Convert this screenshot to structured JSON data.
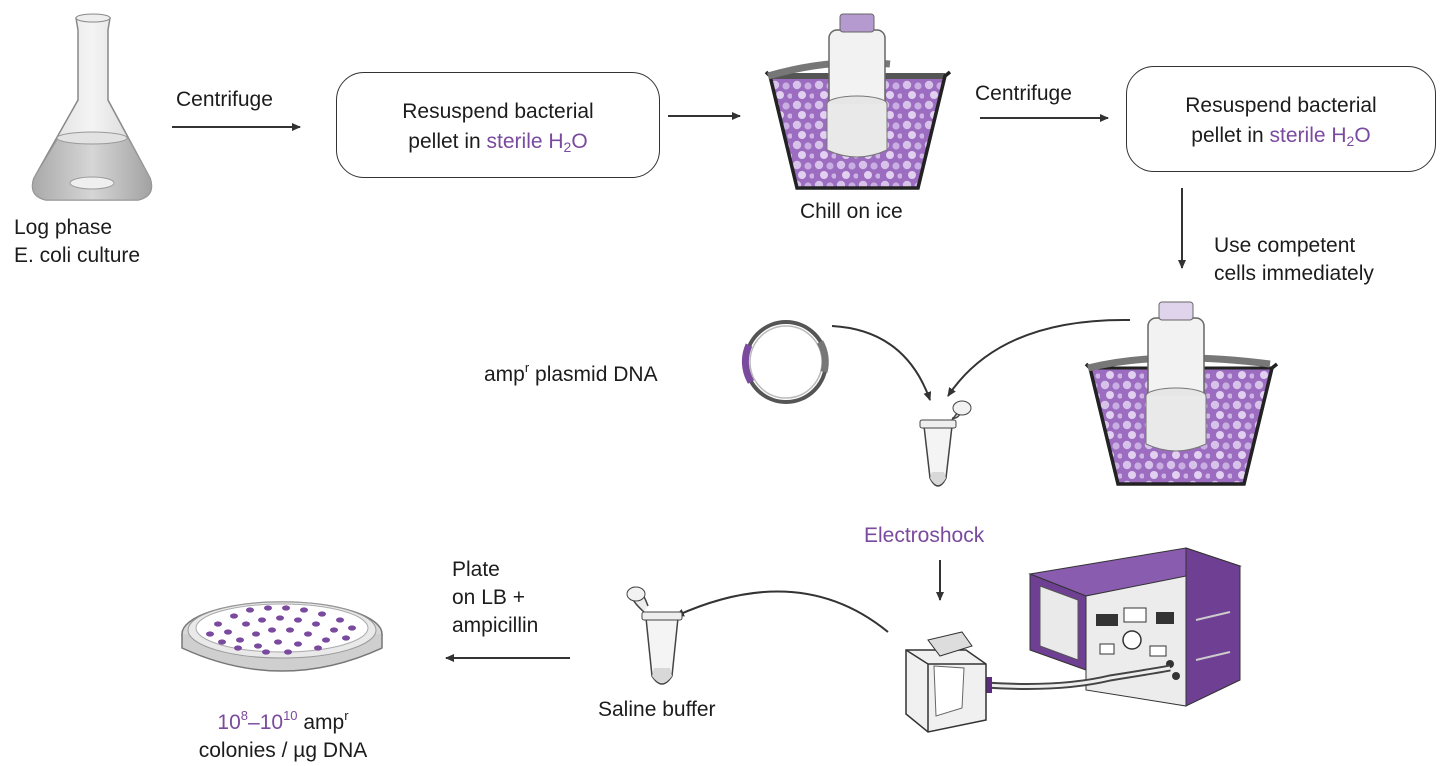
{
  "steps": {
    "culture_label_line1": "Log phase",
    "culture_label_line2": "E. coli culture",
    "centrifuge_1": "Centrifuge",
    "resuspend_1_line1": "Resuspend bacterial",
    "resuspend_1_prefix": "pellet in ",
    "resuspend_1_sterile": "sterile",
    "resuspend_1_h": " H",
    "resuspend_1_sub": "2",
    "resuspend_1_o": "O",
    "chill_on_ice": "Chill on ice",
    "centrifuge_2": "Centrifuge",
    "resuspend_2_line1": "Resuspend bacterial",
    "resuspend_2_prefix": "pellet in ",
    "resuspend_2_sterile": "sterile",
    "resuspend_2_h": " H",
    "resuspend_2_sub": "2",
    "resuspend_2_o": "O",
    "use_competent_line1": "Use competent",
    "use_competent_line2": "cells immediately",
    "plasmid_amp": "amp",
    "plasmid_r": "r",
    "plasmid_rest": " plasmid DNA",
    "electroshock": "Electroshock",
    "plate_line1": "Plate",
    "plate_line2": "on LB +",
    "plate_line3": "ampicillin",
    "saline_buffer": "Saline buffer",
    "result_10a": "10",
    "result_exp1": "8",
    "result_dash": "–10",
    "result_exp2": "10",
    "result_amp": " amp",
    "result_r": "r",
    "result_line2": "colonies / µg DNA"
  },
  "colors": {
    "accent_purple": "#7a4a9e",
    "ice_purple": "#9b6cc0",
    "device_purple": "#6e3f93",
    "outline": "#333333"
  },
  "icons": [
    "flask-icon",
    "ice-bucket-icon",
    "plasmid-icon",
    "microtube-icon",
    "electroporator-icon",
    "cuvette-icon",
    "petri-dish-icon"
  ]
}
